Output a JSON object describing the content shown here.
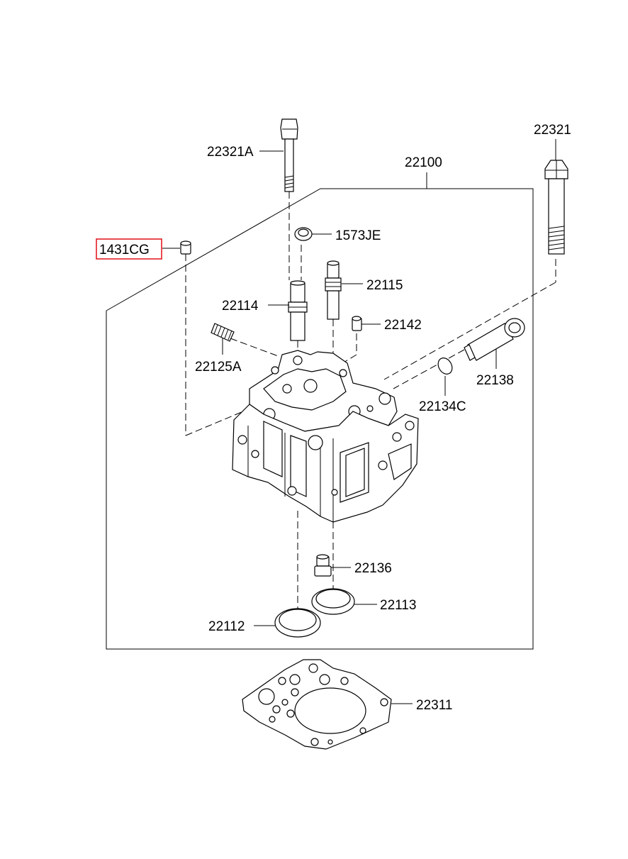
{
  "labels": {
    "p22321A": "22321A",
    "p22100": "22100",
    "p22321": "22321",
    "p1573JE": "1573JE",
    "p1431CG": "1431CG",
    "p22115": "22115",
    "p22114": "22114",
    "p22142": "22142",
    "p22125A": "22125A",
    "p22138": "22138",
    "p22134C": "22134C",
    "p22136": "22136",
    "p22113": "22113",
    "p22112": "22112",
    "p22311": "22311"
  },
  "highlight": {
    "part": "1431CG",
    "color": "#e31e24"
  }
}
